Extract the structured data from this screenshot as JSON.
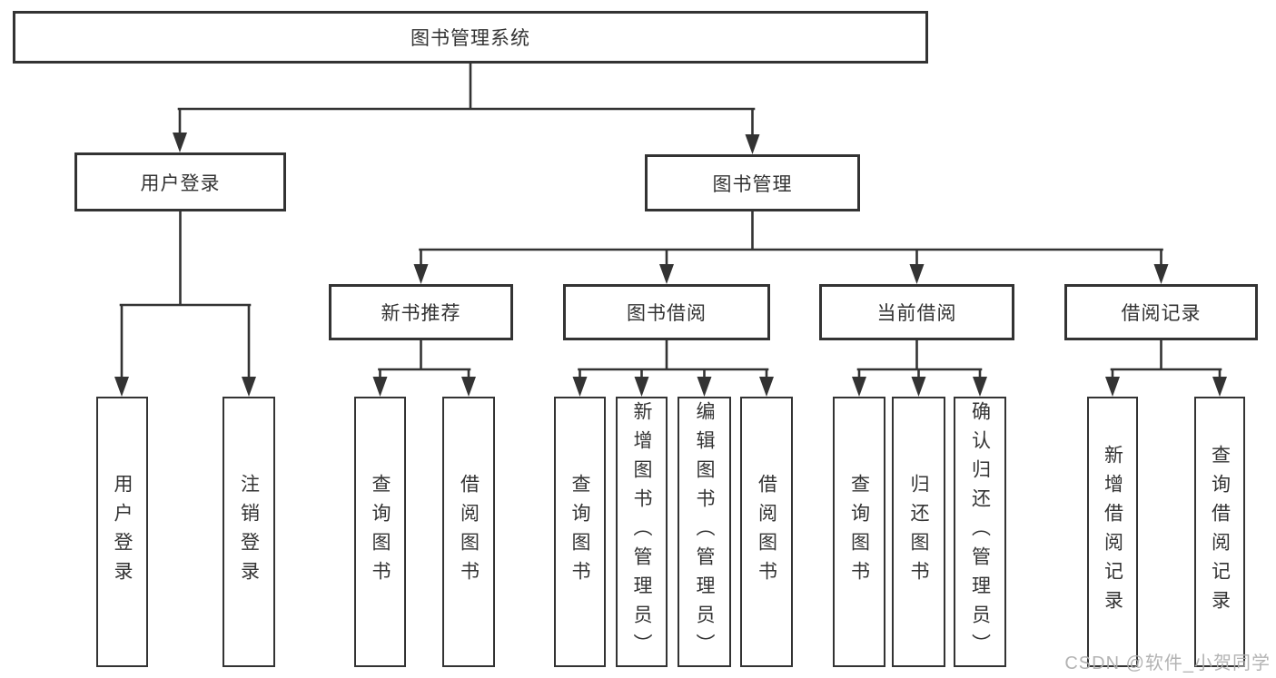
{
  "diagram": {
    "type": "hierarchy-tree",
    "colors": {
      "line": "#333333",
      "box_fill": "#ffffff",
      "text": "#333333",
      "watermark": "#afafaf"
    },
    "tree": {
      "label": "图书管理系统",
      "children": [
        {
          "label": "用户登录",
          "children": [
            {
              "label": "用户登录"
            },
            {
              "label": "注销登录"
            }
          ]
        },
        {
          "label": "图书管理",
          "children": [
            {
              "label": "新书推荐",
              "children": [
                {
                  "label": "查询图书"
                },
                {
                  "label": "借阅图书"
                }
              ]
            },
            {
              "label": "图书借阅",
              "children": [
                {
                  "label": "查询图书"
                },
                {
                  "label": "新增图书（管理员）"
                },
                {
                  "label": "编辑图书（管理员）"
                },
                {
                  "label": "借阅图书"
                }
              ]
            },
            {
              "label": "当前借阅",
              "children": [
                {
                  "label": "查询图书"
                },
                {
                  "label": "归还图书"
                },
                {
                  "label": "确认归还（管理员）"
                }
              ]
            },
            {
              "label": "借阅记录",
              "children": [
                {
                  "label": "新增借阅记录"
                },
                {
                  "label": "查询借阅记录"
                }
              ]
            }
          ]
        }
      ]
    },
    "watermark": {
      "text": "CSDN @软件_小贺同学"
    }
  }
}
